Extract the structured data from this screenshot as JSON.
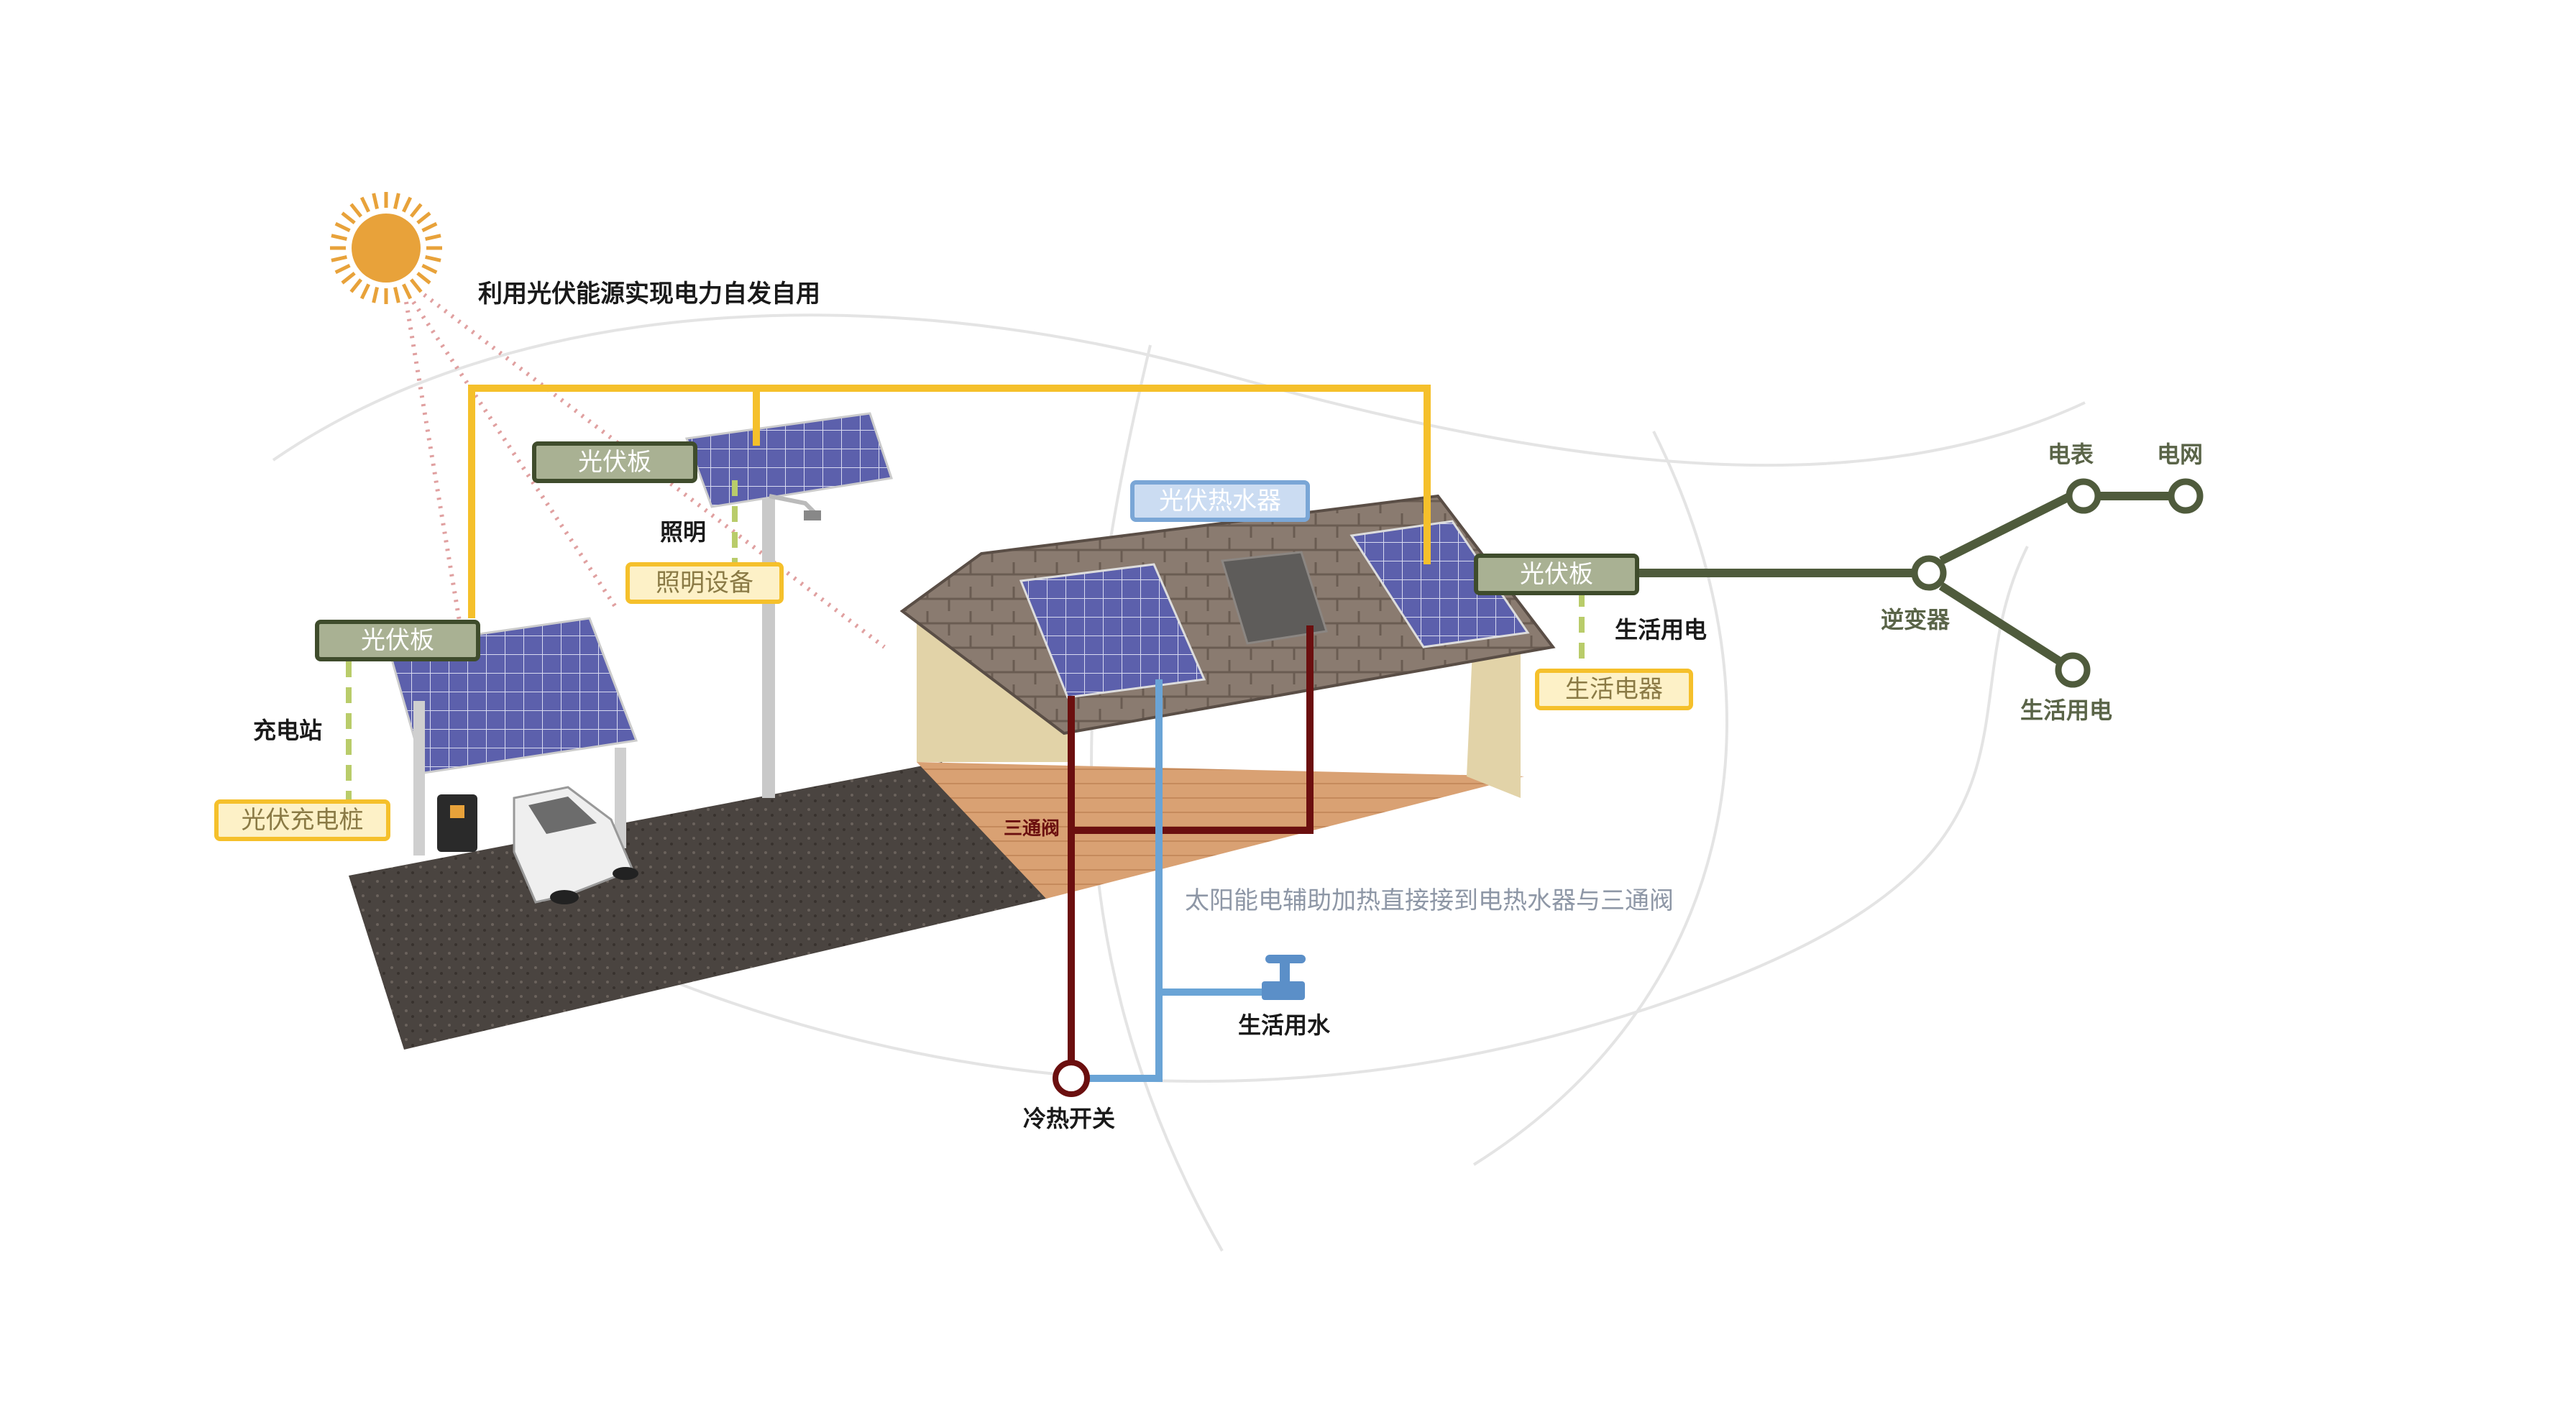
{
  "title": "利用光伏能源实现电力自发自用",
  "labels": {
    "pv_panel_lamp": "光伏板",
    "pv_panel_carport": "光伏板",
    "pv_panel_roof": "光伏板",
    "lighting": "照明",
    "lighting_equipment": "照明设备",
    "charging_station": "充电站",
    "pv_charging_pile": "光伏充电桩",
    "pv_water_heater": "光伏热水器",
    "household_power_roof": "生活用电",
    "household_appliances": "生活电器",
    "inverter": "逆变器",
    "meter": "电表",
    "grid": "电网",
    "household_power_branch": "生活用电",
    "three_way_valve": "三通阀",
    "aux_heating_note": "太阳能电辅助加热直接接到电热水器与三通阀",
    "domestic_water": "生活用水",
    "hot_cold_switch": "冷热开关"
  },
  "colors": {
    "sun": "#e8a23a",
    "power_line": "#f5c02b",
    "grid_line": "#4f5b3c",
    "hot_pipe": "#6b0f0f",
    "cold_pipe": "#6aa4d6",
    "sun_rays": "#e0a0a0",
    "dashed_link": "#b9cc6a",
    "panel": "#5a5fa8"
  },
  "icons": [
    "sun-icon",
    "water-tap-icon",
    "electric-car-icon",
    "charger-icon",
    "street-lamp-icon"
  ]
}
